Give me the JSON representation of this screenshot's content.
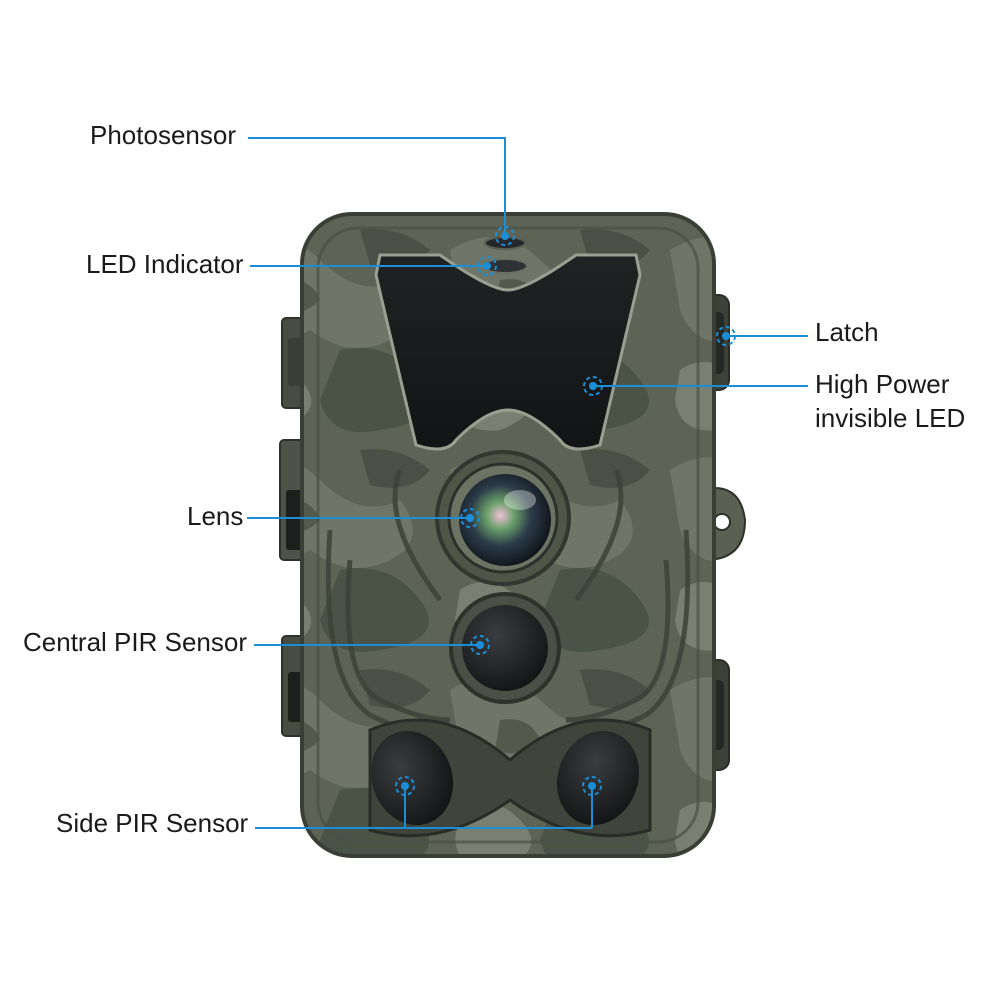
{
  "colors": {
    "callout_line": "#1a8fd8",
    "label_text": "#1a1a1a",
    "background": "#ffffff"
  },
  "labels": {
    "photosensor": "Photosensor",
    "led_indicator": "LED Indicator",
    "lens": "Lens",
    "central_pir": "Central PIR Sensor",
    "side_pir": "Side PIR Sensor",
    "latch": "Latch",
    "ir_led_line1": "High Power",
    "ir_led_line2": "invisible LED"
  }
}
